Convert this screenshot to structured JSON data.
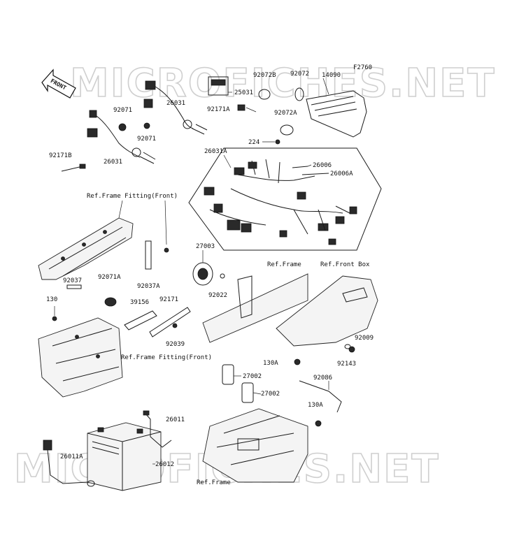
{
  "figure_code": "F2760",
  "watermark": "MICROFICHES.NET",
  "front_arrow_label": "FRONT",
  "labels": {
    "p14090": "14090",
    "p92072": "92072",
    "p92072B": "92072B",
    "p25031": "25031",
    "p92171A": "92171A",
    "p92072A": "92072A",
    "p224": "224",
    "p26031A": "26031A",
    "p26006": "26006",
    "p26006A": "26006A",
    "p92071_top": "92071",
    "p26031_top": "26031",
    "p92071_mid": "92071",
    "p26031_mid": "26031",
    "p92171B": "92171B",
    "ref_frame_fitting_front_top": "Ref.Frame Fitting(Front)",
    "p27003": "27003",
    "p92022": "92022",
    "ref_frame_mid": "Ref.Frame",
    "ref_front_box": "Ref.Front Box",
    "p92037": "92037",
    "p92071A": "92071A",
    "p92037A": "92037A",
    "p130": "130",
    "p39156": "39156",
    "p92171": "92171",
    "p92039": "92039",
    "ref_frame_fitting_front_bottom": "Ref.Frame Fitting(Front)",
    "p92009": "92009",
    "p92143": "92143",
    "p130A_top": "130A",
    "p27002_a": "27002",
    "p27002_b": "27002",
    "p92086": "92086",
    "p130A_bottom": "130A",
    "p26011": "26011",
    "p26011A": "26011A",
    "p26012": "26012",
    "ref_frame_bottom": "Ref.Frame"
  }
}
